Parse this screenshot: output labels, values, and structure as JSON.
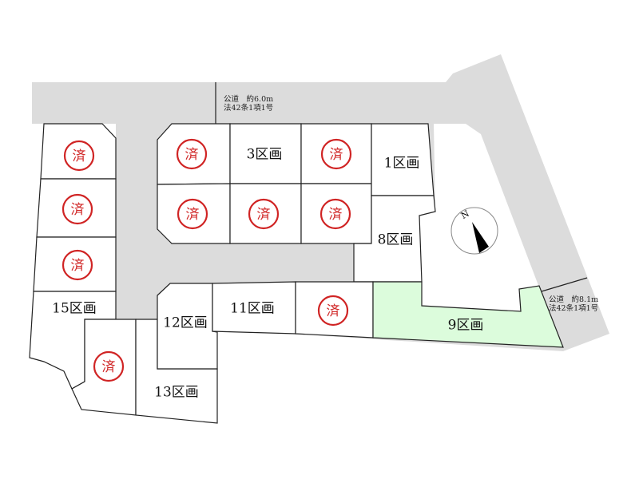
{
  "colors": {
    "road": "#dcdcdc",
    "available_lot": "#dcfcdc",
    "sold_stamp": "#d02424"
  },
  "roads": {
    "north": {
      "line1": "公道　約6.0m",
      "line2": "法42条1項1号"
    },
    "east": {
      "line1": "公道　約8.1m",
      "line2": "法42条1項1号"
    }
  },
  "compass": {
    "label": "N"
  },
  "lots": {
    "lot3": "3区画",
    "lot1": "1区画",
    "lot8": "8区画",
    "lot15": "15区画",
    "lot12": "12区画",
    "lot11": "11区画",
    "lot9": "9区画",
    "lot13": "13区画"
  },
  "sold_stamp_text": "済"
}
